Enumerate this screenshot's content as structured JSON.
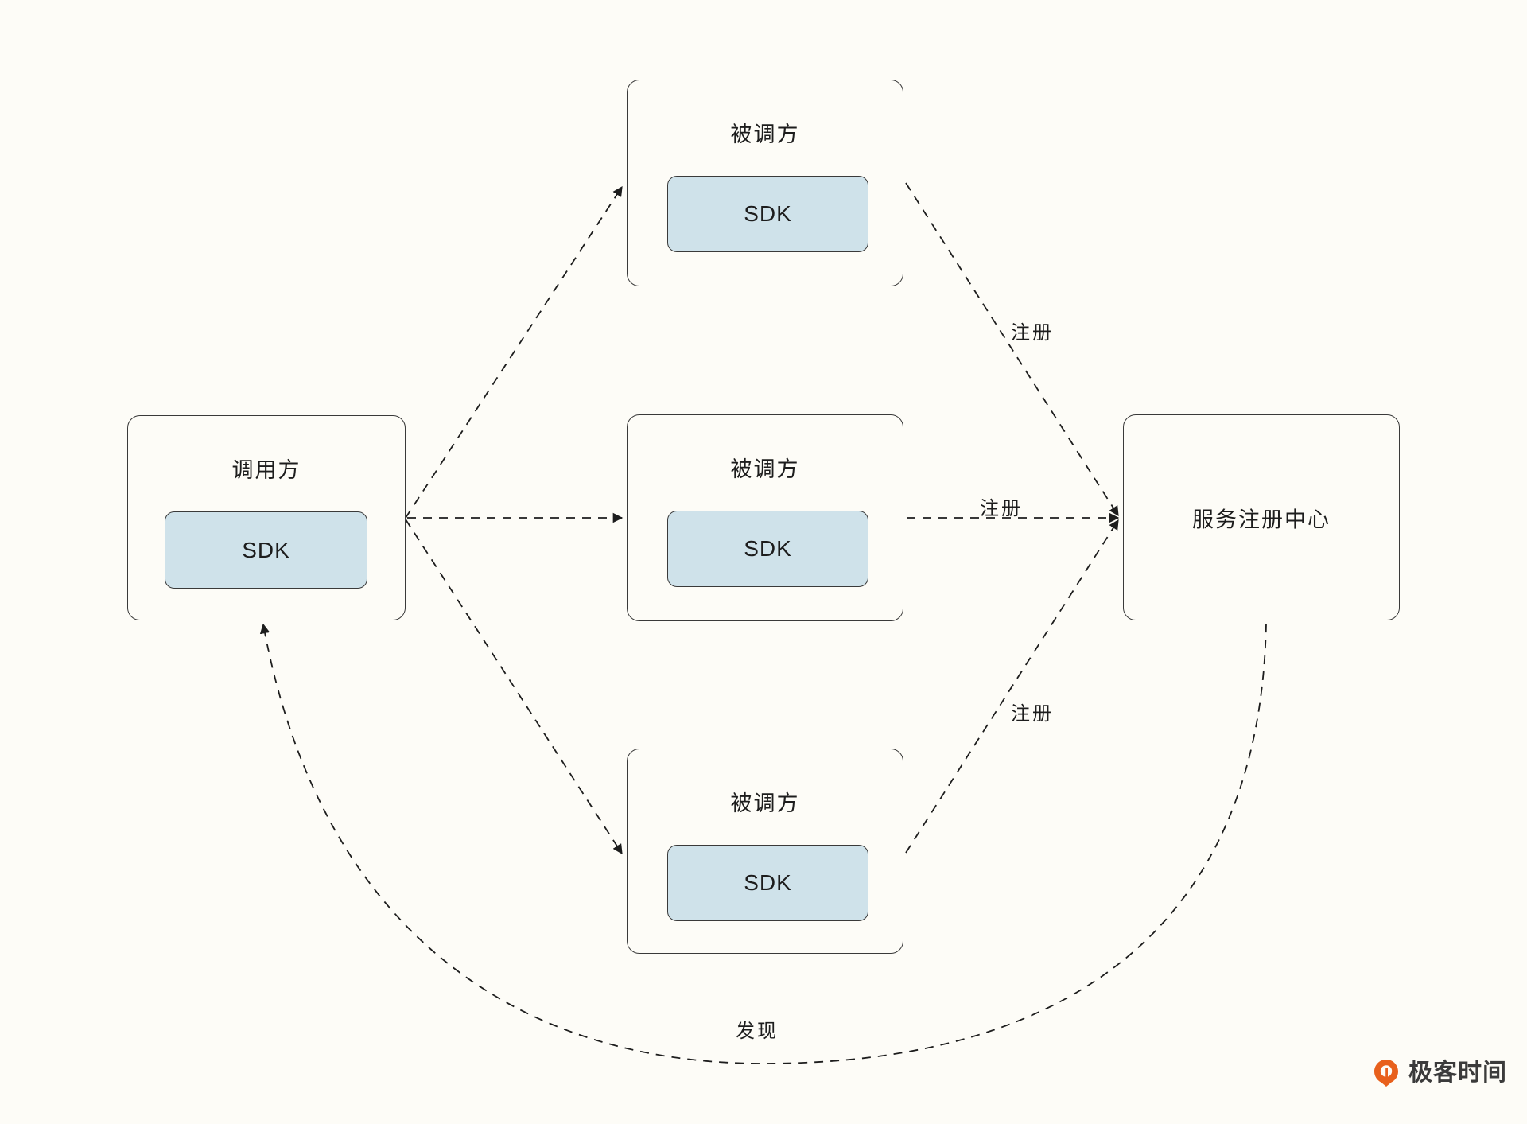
{
  "diagram": {
    "background_color": "#fdfcf7",
    "node_fill": "#fdfcf7",
    "node_stroke": "#3a3a3a",
    "sdk_fill": "#cfe2ea",
    "edge_color": "#1d1d1d",
    "nodes": [
      {
        "id": "caller",
        "title": "调用方",
        "sdk_label": "SDK"
      },
      {
        "id": "callee-1",
        "title": "被调方",
        "sdk_label": "SDK"
      },
      {
        "id": "callee-2",
        "title": "被调方",
        "sdk_label": "SDK"
      },
      {
        "id": "callee-3",
        "title": "被调方",
        "sdk_label": "SDK"
      },
      {
        "id": "registry",
        "title": "服务注册中心"
      }
    ],
    "edges": [
      {
        "from": "caller",
        "to": "callee-1",
        "label": "",
        "style": "dashed"
      },
      {
        "from": "caller",
        "to": "callee-2",
        "label": "",
        "style": "dashed"
      },
      {
        "from": "caller",
        "to": "callee-3",
        "label": "",
        "style": "dashed"
      },
      {
        "from": "callee-1",
        "to": "registry",
        "label": "注册",
        "style": "dashed"
      },
      {
        "from": "callee-2",
        "to": "registry",
        "label": "注册",
        "style": "dashed"
      },
      {
        "from": "callee-3",
        "to": "registry",
        "label": "注册",
        "style": "dashed"
      },
      {
        "from": "registry",
        "to": "caller",
        "label": "发现",
        "style": "dashed-curve"
      }
    ],
    "labels": {
      "register_top": "注册",
      "register_middle": "注册",
      "register_bottom": "注册",
      "discover": "发现"
    }
  },
  "watermark": {
    "brand": "极客时间",
    "mark_color": "#e8601c",
    "icon": "geektime-logo-icon"
  }
}
